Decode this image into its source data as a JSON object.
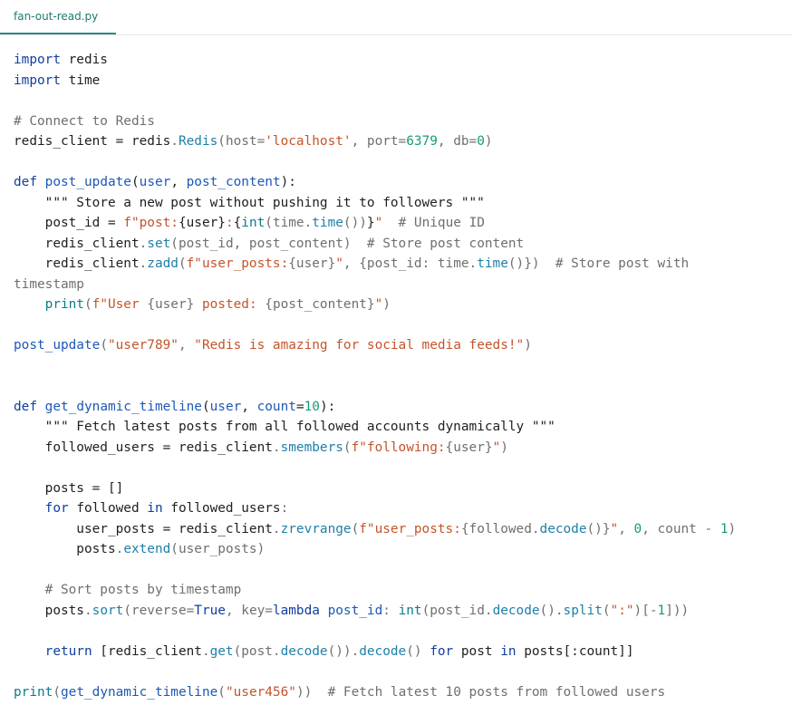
{
  "tab": {
    "filename": "fan-out-read.py"
  },
  "colors": {
    "keyword": "#0f3f9e",
    "function": "#1d58b8",
    "string": "#c4542a",
    "number": "#169a7a",
    "comment": "#6f6f6f",
    "tab_accent": "#2a8c82"
  },
  "code": {
    "lines": [
      [
        {
          "t": "kw",
          "v": "import"
        },
        {
          "t": "",
          "v": " redis"
        }
      ],
      [
        {
          "t": "kw",
          "v": "import"
        },
        {
          "t": "",
          "v": " time"
        }
      ],
      [],
      [
        {
          "t": "cm",
          "v": "# Connect to Redis"
        }
      ],
      [
        {
          "t": "",
          "v": "redis_client = redis"
        },
        {
          "t": "sub",
          "v": "."
        },
        {
          "t": "meth",
          "v": "Redis"
        },
        {
          "t": "sub",
          "v": "(host="
        },
        {
          "t": "str",
          "v": "'localhost'"
        },
        {
          "t": "sub",
          "v": ", port="
        },
        {
          "t": "num",
          "v": "6379"
        },
        {
          "t": "sub",
          "v": ", db="
        },
        {
          "t": "num",
          "v": "0"
        },
        {
          "t": "sub",
          "v": ")"
        }
      ],
      [],
      [
        {
          "t": "kw",
          "v": "def"
        },
        {
          "t": "",
          "v": " "
        },
        {
          "t": "fn",
          "v": "post_update"
        },
        {
          "t": "",
          "v": "("
        },
        {
          "t": "param",
          "v": "user"
        },
        {
          "t": "",
          "v": ", "
        },
        {
          "t": "param",
          "v": "post_content"
        },
        {
          "t": "",
          "v": "):"
        }
      ],
      [
        {
          "t": "",
          "v": "    \"\"\" Store a new post without pushing it to followers \"\"\""
        }
      ],
      [
        {
          "t": "",
          "v": "    post_id = "
        },
        {
          "t": "str",
          "v": "f\"post:"
        },
        {
          "t": "",
          "v": "{user}"
        },
        {
          "t": "str",
          "v": ":"
        },
        {
          "t": "",
          "v": "{"
        },
        {
          "t": "bi",
          "v": "int"
        },
        {
          "t": "sub",
          "v": "(time."
        },
        {
          "t": "meth",
          "v": "time"
        },
        {
          "t": "sub",
          "v": "())"
        },
        {
          "t": "",
          "v": "}"
        },
        {
          "t": "str",
          "v": "\""
        },
        {
          "t": "",
          "v": "  "
        },
        {
          "t": "cm",
          "v": "# Unique ID"
        }
      ],
      [
        {
          "t": "",
          "v": "    redis_client"
        },
        {
          "t": "sub",
          "v": "."
        },
        {
          "t": "meth",
          "v": "set"
        },
        {
          "t": "sub",
          "v": "(post_id, post_content)"
        },
        {
          "t": "",
          "v": "  "
        },
        {
          "t": "cm",
          "v": "# Store post content"
        }
      ],
      [
        {
          "t": "",
          "v": "    redis_client"
        },
        {
          "t": "sub",
          "v": "."
        },
        {
          "t": "meth",
          "v": "zadd"
        },
        {
          "t": "sub",
          "v": "("
        },
        {
          "t": "str",
          "v": "f\"user_posts:"
        },
        {
          "t": "sub",
          "v": "{user}"
        },
        {
          "t": "str",
          "v": "\""
        },
        {
          "t": "sub",
          "v": ", {post_id: time."
        },
        {
          "t": "meth",
          "v": "time"
        },
        {
          "t": "sub",
          "v": "()})"
        },
        {
          "t": "",
          "v": "  "
        },
        {
          "t": "cm",
          "v": "# Store post with"
        }
      ],
      [
        {
          "t": "cm",
          "v": "timestamp"
        }
      ],
      [
        {
          "t": "",
          "v": "    "
        },
        {
          "t": "bi",
          "v": "print"
        },
        {
          "t": "sub",
          "v": "("
        },
        {
          "t": "str",
          "v": "f\"User "
        },
        {
          "t": "sub",
          "v": "{user}"
        },
        {
          "t": "str",
          "v": " posted: "
        },
        {
          "t": "sub",
          "v": "{post_content}"
        },
        {
          "t": "str",
          "v": "\""
        },
        {
          "t": "sub",
          "v": ")"
        }
      ],
      [],
      [
        {
          "t": "fn",
          "v": "post_update"
        },
        {
          "t": "sub",
          "v": "("
        },
        {
          "t": "str",
          "v": "\"user789\""
        },
        {
          "t": "sub",
          "v": ", "
        },
        {
          "t": "str",
          "v": "\"Redis is amazing for social media feeds!\""
        },
        {
          "t": "sub",
          "v": ")"
        }
      ],
      [],
      [],
      [
        {
          "t": "kw",
          "v": "def"
        },
        {
          "t": "",
          "v": " "
        },
        {
          "t": "fn",
          "v": "get_dynamic_timeline"
        },
        {
          "t": "",
          "v": "("
        },
        {
          "t": "param",
          "v": "user"
        },
        {
          "t": "",
          "v": ", "
        },
        {
          "t": "param",
          "v": "count"
        },
        {
          "t": "",
          "v": "="
        },
        {
          "t": "num",
          "v": "10"
        },
        {
          "t": "",
          "v": "):"
        }
      ],
      [
        {
          "t": "",
          "v": "    \"\"\" Fetch latest posts from all followed accounts dynamically \"\"\""
        }
      ],
      [
        {
          "t": "",
          "v": "    followed_users = redis_client"
        },
        {
          "t": "sub",
          "v": "."
        },
        {
          "t": "meth",
          "v": "smembers"
        },
        {
          "t": "sub",
          "v": "("
        },
        {
          "t": "str",
          "v": "f\"following:"
        },
        {
          "t": "sub",
          "v": "{user}"
        },
        {
          "t": "str",
          "v": "\""
        },
        {
          "t": "sub",
          "v": ")"
        }
      ],
      [],
      [
        {
          "t": "",
          "v": "    posts = []"
        }
      ],
      [
        {
          "t": "",
          "v": "    "
        },
        {
          "t": "kw",
          "v": "for"
        },
        {
          "t": "",
          "v": " followed "
        },
        {
          "t": "kw",
          "v": "in"
        },
        {
          "t": "",
          "v": " followed_users"
        },
        {
          "t": "sub",
          "v": ":"
        }
      ],
      [
        {
          "t": "",
          "v": "        user_posts = redis_client"
        },
        {
          "t": "sub",
          "v": "."
        },
        {
          "t": "meth",
          "v": "zrevrange"
        },
        {
          "t": "sub",
          "v": "("
        },
        {
          "t": "str",
          "v": "f\"user_posts:"
        },
        {
          "t": "sub",
          "v": "{followed."
        },
        {
          "t": "meth",
          "v": "decode"
        },
        {
          "t": "sub",
          "v": "()}"
        },
        {
          "t": "str",
          "v": "\""
        },
        {
          "t": "sub",
          "v": ", "
        },
        {
          "t": "num",
          "v": "0"
        },
        {
          "t": "sub",
          "v": ", count - "
        },
        {
          "t": "num",
          "v": "1"
        },
        {
          "t": "sub",
          "v": ")"
        }
      ],
      [
        {
          "t": "",
          "v": "        posts"
        },
        {
          "t": "sub",
          "v": "."
        },
        {
          "t": "meth",
          "v": "extend"
        },
        {
          "t": "sub",
          "v": "(user_posts)"
        }
      ],
      [],
      [
        {
          "t": "",
          "v": "    "
        },
        {
          "t": "cm",
          "v": "# Sort posts by timestamp"
        }
      ],
      [
        {
          "t": "",
          "v": "    posts"
        },
        {
          "t": "sub",
          "v": "."
        },
        {
          "t": "meth",
          "v": "sort"
        },
        {
          "t": "sub",
          "v": "(reverse="
        },
        {
          "t": "kw",
          "v": "True"
        },
        {
          "t": "sub",
          "v": ", key="
        },
        {
          "t": "kw",
          "v": "lambda"
        },
        {
          "t": "",
          "v": " "
        },
        {
          "t": "param",
          "v": "post_id"
        },
        {
          "t": "sub",
          "v": ": "
        },
        {
          "t": "bi",
          "v": "int"
        },
        {
          "t": "sub",
          "v": "(post_id."
        },
        {
          "t": "meth",
          "v": "decode"
        },
        {
          "t": "sub",
          "v": "()."
        },
        {
          "t": "meth",
          "v": "split"
        },
        {
          "t": "sub",
          "v": "("
        },
        {
          "t": "str",
          "v": "\":\""
        },
        {
          "t": "sub",
          "v": ")[-"
        },
        {
          "t": "num",
          "v": "1"
        },
        {
          "t": "sub",
          "v": "]))"
        }
      ],
      [],
      [
        {
          "t": "",
          "v": "    "
        },
        {
          "t": "kw",
          "v": "return"
        },
        {
          "t": "",
          "v": " [redis_client"
        },
        {
          "t": "sub",
          "v": "."
        },
        {
          "t": "meth",
          "v": "get"
        },
        {
          "t": "sub",
          "v": "(post."
        },
        {
          "t": "meth",
          "v": "decode"
        },
        {
          "t": "sub",
          "v": "())."
        },
        {
          "t": "meth",
          "v": "decode"
        },
        {
          "t": "sub",
          "v": "()"
        },
        {
          "t": "",
          "v": " "
        },
        {
          "t": "kw",
          "v": "for"
        },
        {
          "t": "",
          "v": " post "
        },
        {
          "t": "kw",
          "v": "in"
        },
        {
          "t": "",
          "v": " posts[:count]]"
        }
      ],
      [],
      [
        {
          "t": "bi",
          "v": "print"
        },
        {
          "t": "sub",
          "v": "("
        },
        {
          "t": "fn",
          "v": "get_dynamic_timeline"
        },
        {
          "t": "sub",
          "v": "("
        },
        {
          "t": "str",
          "v": "\"user456\""
        },
        {
          "t": "sub",
          "v": "))"
        },
        {
          "t": "",
          "v": "  "
        },
        {
          "t": "cm",
          "v": "# Fetch latest 10 posts from followed users"
        }
      ]
    ]
  }
}
